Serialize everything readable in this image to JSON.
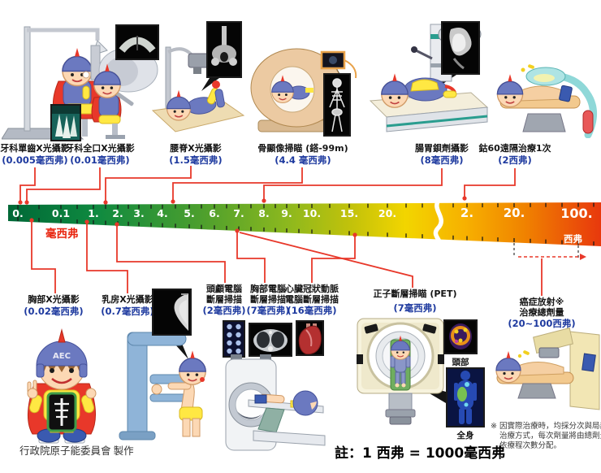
{
  "scale": {
    "unit_msv": "毫西弗",
    "unit_sv": "西弗",
    "msv_ticks": [
      "0.",
      "0.1",
      "1.",
      "2.",
      "3.",
      "4.",
      "5.",
      "6.",
      "7.",
      "8.",
      "9.",
      "10.",
      "15.",
      "20."
    ],
    "sv_ticks": [
      "2.",
      "20.",
      "100."
    ]
  },
  "top_procedures": [
    {
      "name": "牙科單齒X光攝影",
      "dose": "(0.005毫西弗)"
    },
    {
      "name": "牙科全口X光攝影",
      "dose": "(0.01毫西弗)"
    },
    {
      "name": "腰脊X光攝影",
      "dose": "(1.5毫西弗)"
    },
    {
      "name": "骨顯像掃瞄 (鎝-99m)",
      "dose": "(4.4 毫西弗)"
    },
    {
      "name": "腸胃鋇劑攝影",
      "dose": "(8毫西弗)"
    },
    {
      "name": "鈷60遠隔治療1次",
      "dose": "(2西弗)"
    }
  ],
  "bottom_procedures": [
    {
      "line1": "胸部X光攝影",
      "line2": "",
      "dose": "(0.02毫西弗)"
    },
    {
      "line1": "乳房X光攝影",
      "line2": "",
      "dose": "(0.7毫西弗)"
    },
    {
      "line1": "頭顱電腦",
      "line2": "斷層掃描",
      "dose": "(2毫西弗)"
    },
    {
      "line1": "胸部電腦",
      "line2": "斷層掃描",
      "dose": "(7毫西弗)"
    },
    {
      "line1": "心臟冠狀動脈",
      "line2": "電腦斷層掃描",
      "dose": "(16毫西弗)"
    },
    {
      "line1": "正子斷層掃瞄 (PET)",
      "line2": "",
      "dose": "(7毫西弗)"
    },
    {
      "line1": "癌症放射※",
      "line2": "治療總劑量",
      "dose": "(20~100西弗)"
    }
  ],
  "pet": {
    "head_label": "頭部",
    "body_label": "全身"
  },
  "aec": {
    "helmet_text": "AEC"
  },
  "notes": {
    "footnote": "※ 因實際治療時，均採分次與局部治療方式，每次劑量將由總劑量依療程次數分配。",
    "conversion": "註：1 西弗 = 1000毫西弗",
    "credit": "行政院原子能委員會 製作"
  },
  "colors": {
    "scale_green": "#006837",
    "scale_yellow": "#f2d500",
    "scale_red": "#e8380d",
    "connector_red": "#e8382a",
    "dose_blue": "#1e3a9f"
  }
}
